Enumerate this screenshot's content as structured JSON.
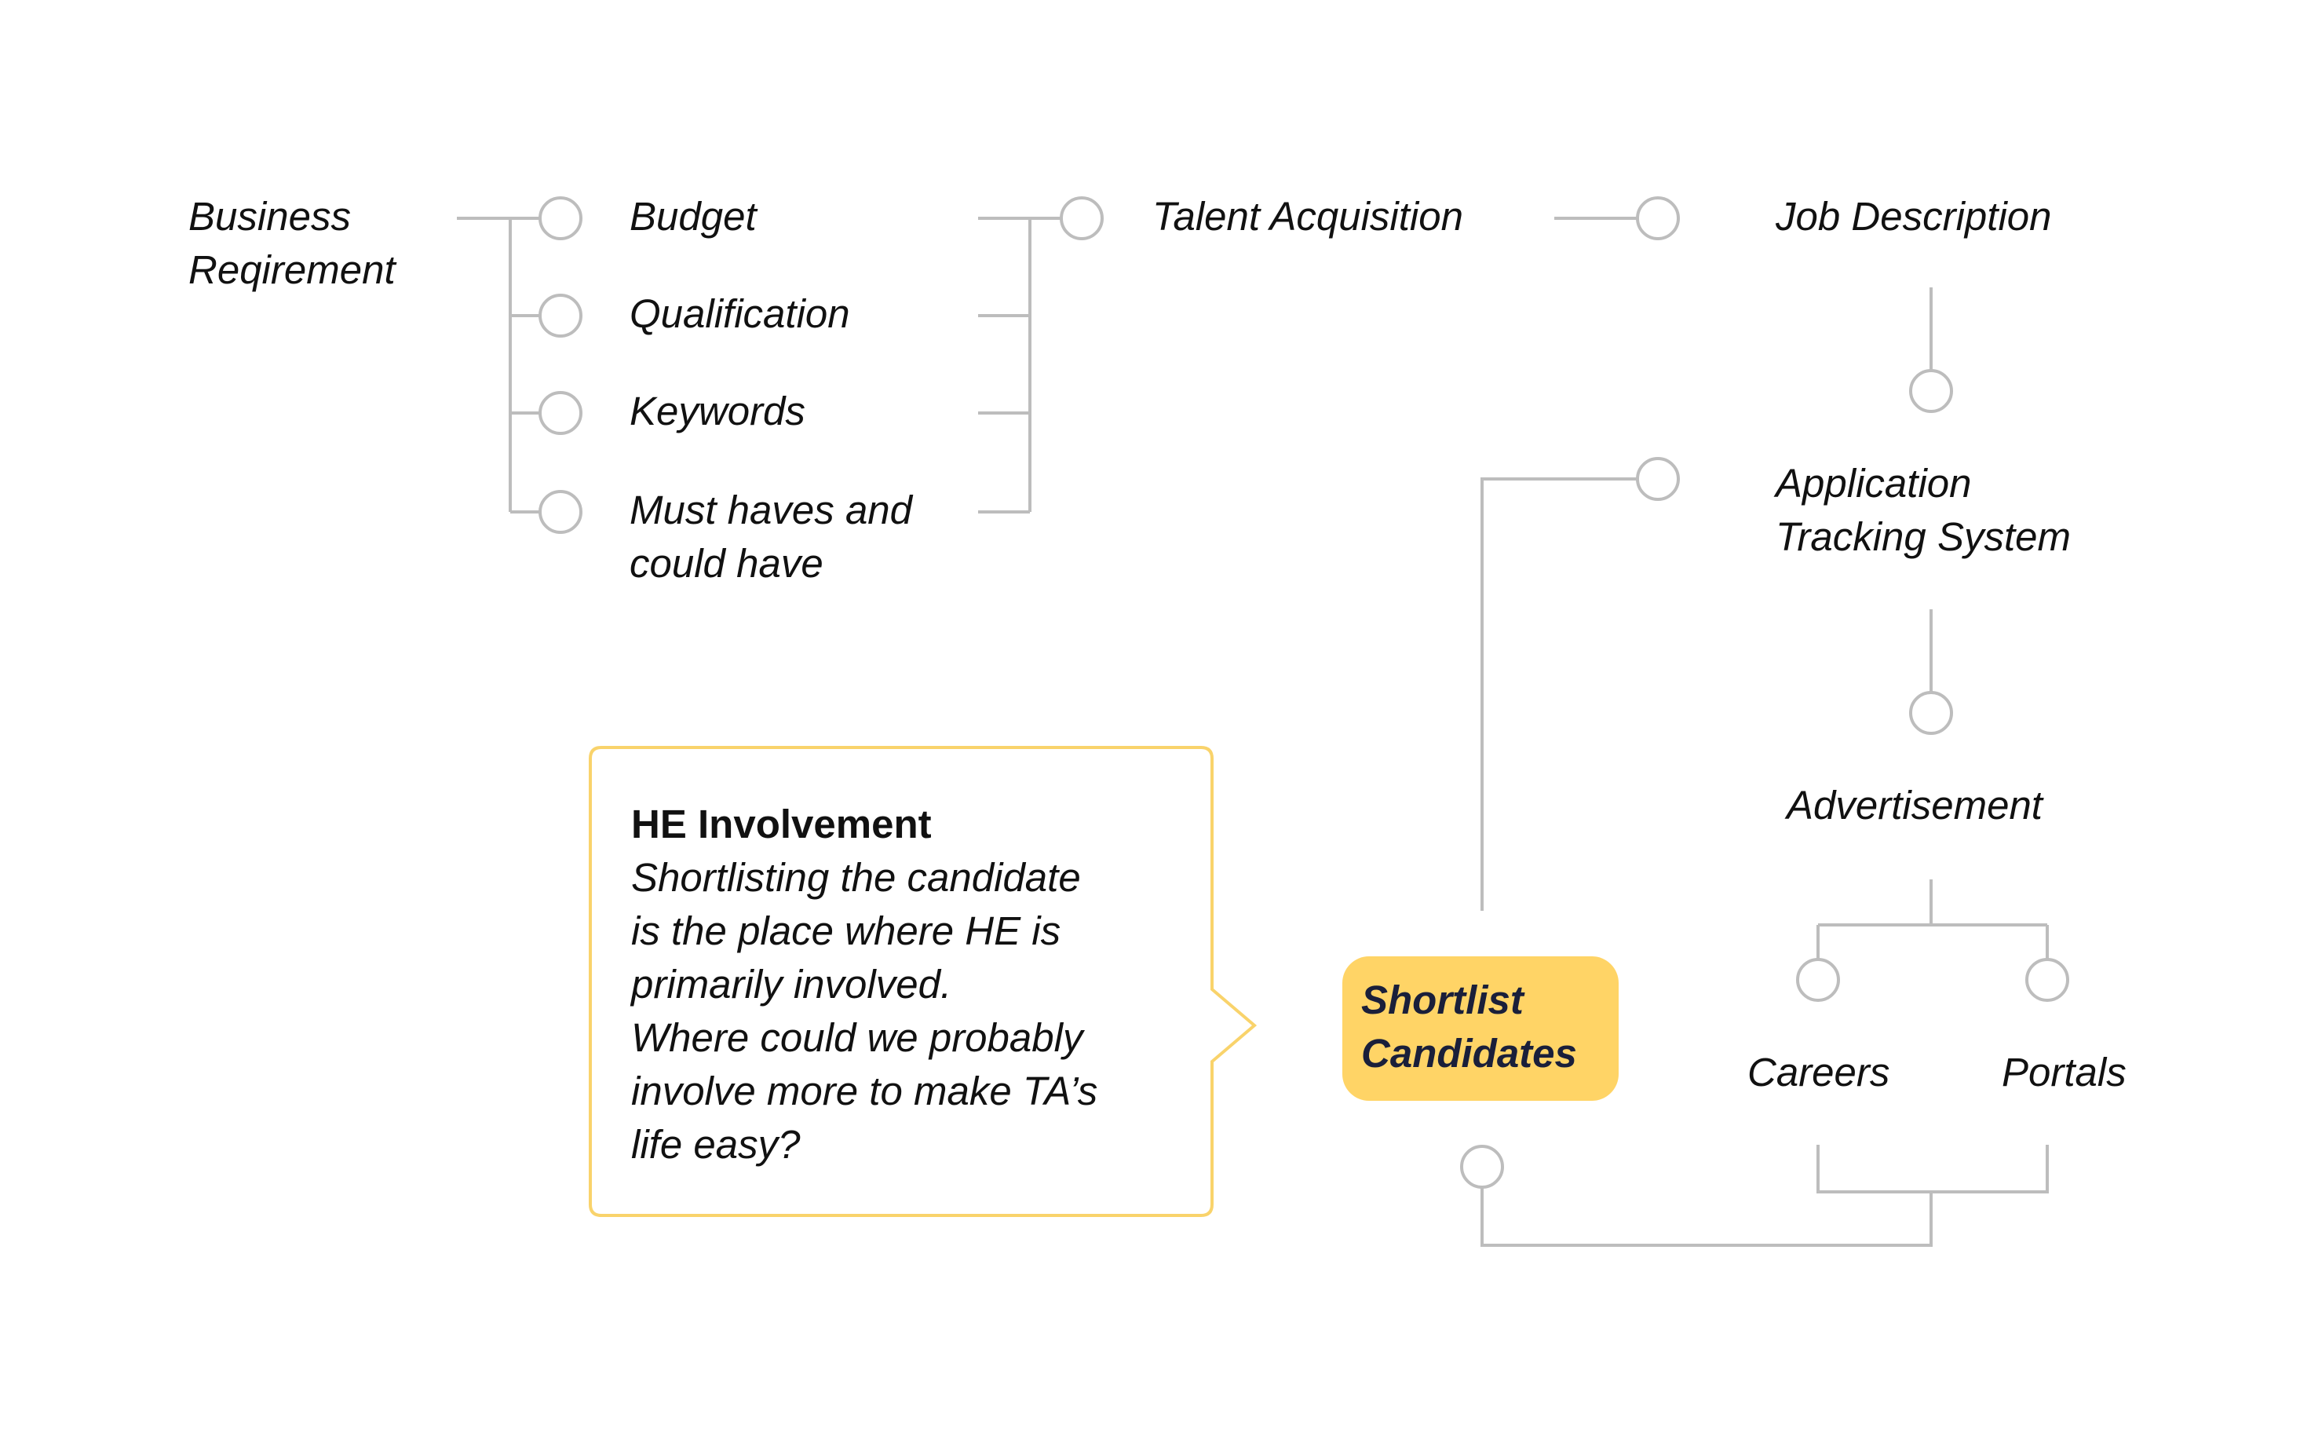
{
  "colors": {
    "connector": "#BDBDBD",
    "highlight_fill": "#FFD466",
    "callout_border": "#F9D36B"
  },
  "nodes": {
    "business_requirement": [
      "Business",
      "Reqirement"
    ],
    "budget": "Budget",
    "qualification": "Qualification",
    "keywords": "Keywords",
    "must_haves": [
      "Must haves and",
      "could have"
    ],
    "talent_acquisition": "Talent Acquisition",
    "job_description": "Job Description",
    "application_tracking": [
      "Application",
      "Tracking System"
    ],
    "advertisement": "Advertisement",
    "careers": "Careers",
    "portals": "Portals",
    "shortlist": [
      "Shortlist",
      "Candidates"
    ]
  },
  "callout": {
    "title": "HE Involvement",
    "lines": [
      "Shortlisting the candidate",
      "is the place where HE is",
      "primarily involved.",
      "Where could we probably",
      "involve more to make TA’s",
      "life easy?"
    ]
  }
}
